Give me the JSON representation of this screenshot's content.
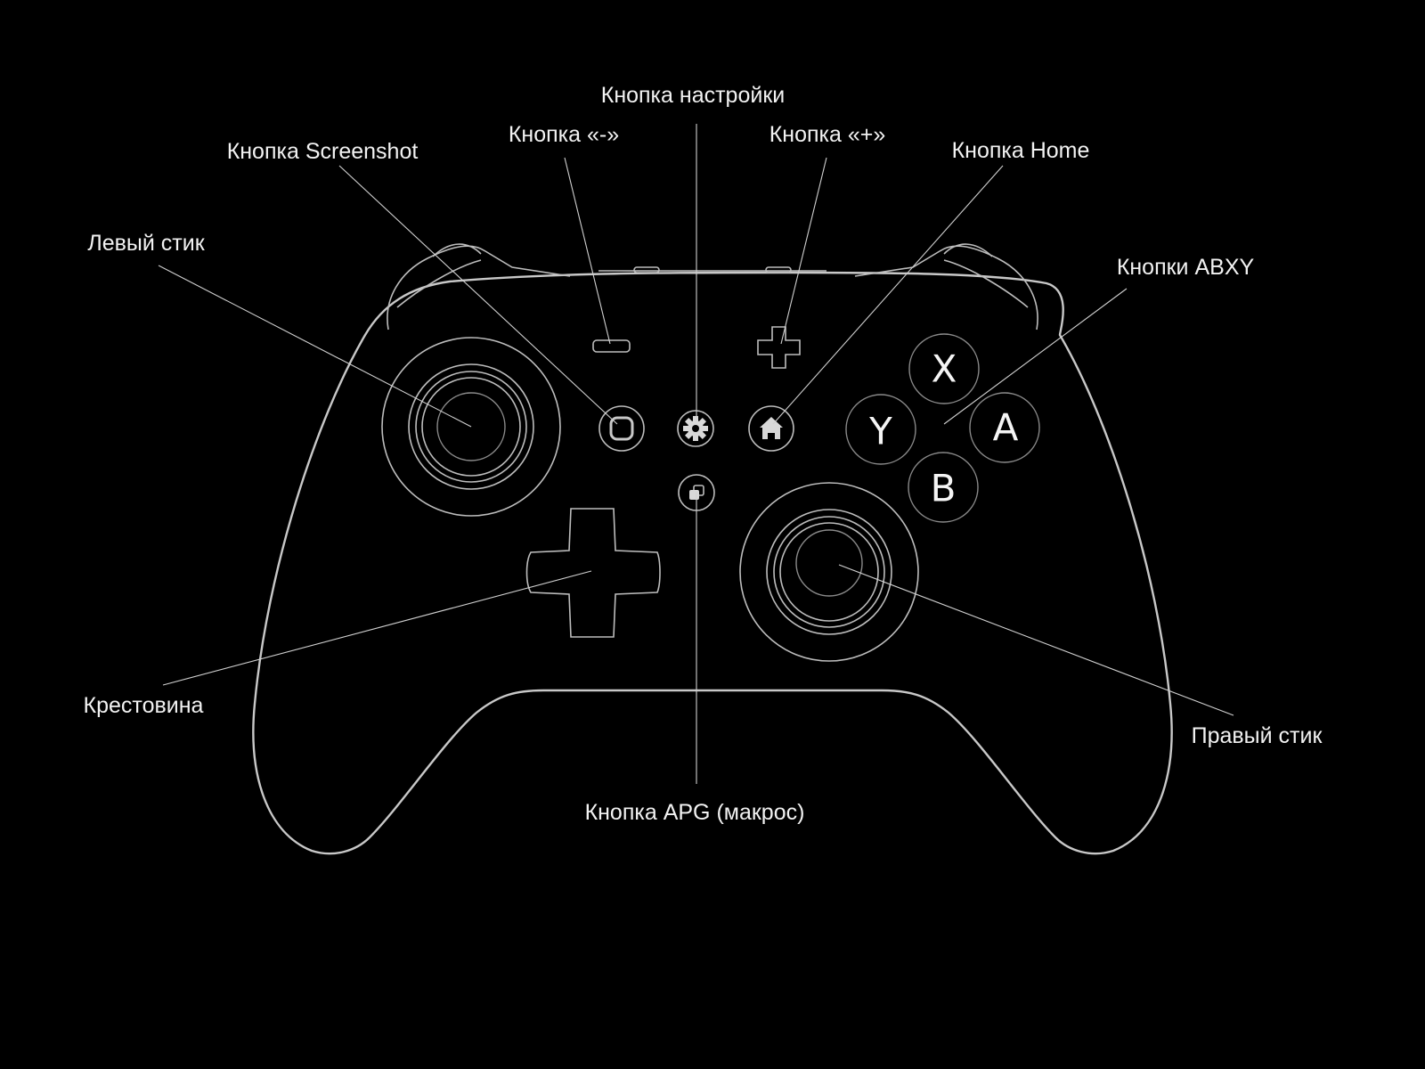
{
  "labels": {
    "settings": "Кнопка настройки",
    "minus": "Кнопка «-»",
    "plus": "Кнопка «+»",
    "screenshot": "Кнопка Screenshot",
    "home": "Кнопка Home",
    "left_stick": "Левый стик",
    "abxy": "Кнопки ABXY",
    "dpad": "Крестовина",
    "right_stick": "Правый стик",
    "apg": "Кнопка APG (макрос)"
  },
  "face_buttons": {
    "x": "X",
    "y": "Y",
    "a": "A",
    "b": "B"
  },
  "icons": {
    "screenshot": "screenshot-icon",
    "settings": "gear-icon",
    "home": "home-icon",
    "apg": "macro-icon",
    "minus": "minus-icon",
    "plus": "plus-icon"
  },
  "colors": {
    "background": "#000000",
    "outline": "#c8c8c8",
    "text": "#f2f2f2"
  }
}
